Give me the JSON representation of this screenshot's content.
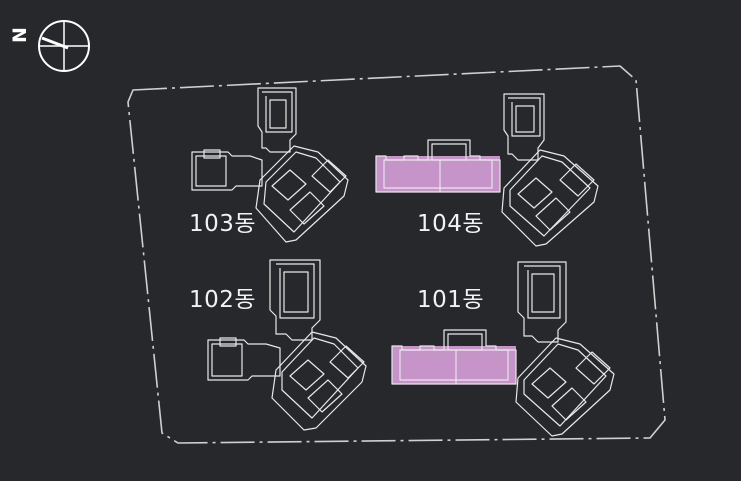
{
  "compass": {
    "north_label": "N"
  },
  "colors": {
    "background": "#26282b",
    "outline": "#d0d0d0",
    "building": "#e8e8e8",
    "highlight": "#c694c8"
  },
  "buildings": [
    {
      "id": "103",
      "label": "103동",
      "highlighted": false
    },
    {
      "id": "104",
      "label": "104동",
      "highlighted": true
    },
    {
      "id": "102",
      "label": "102동",
      "highlighted": false
    },
    {
      "id": "101",
      "label": "101동",
      "highlighted": true
    }
  ]
}
